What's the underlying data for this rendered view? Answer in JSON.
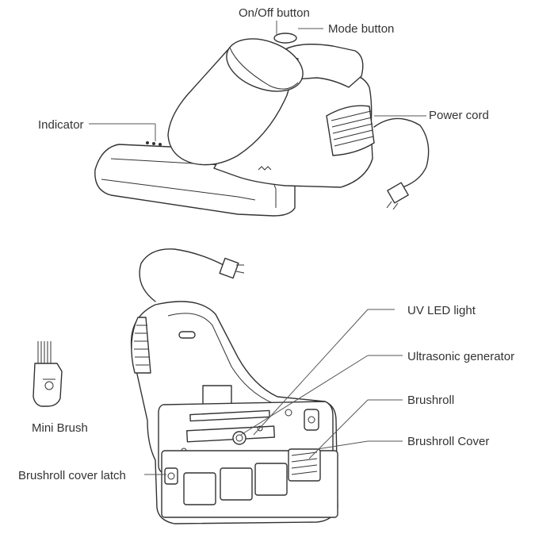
{
  "labels": {
    "on_off_button": "On/Off button",
    "mode_button": "Mode button",
    "indicator": "Indicator",
    "power_cord": "Power cord",
    "uv_led_light": "UV LED light",
    "ultrasonic_generator": "Ultrasonic generator",
    "brushroll": "Brushroll",
    "brushroll_cover": "Brushroll Cover",
    "brushroll_cover_latch": "Brushroll cover latch",
    "mini_brush": "Mini Brush"
  },
  "style": {
    "line_color": "#333333",
    "text_color": "#333333",
    "background": "#ffffff"
  }
}
